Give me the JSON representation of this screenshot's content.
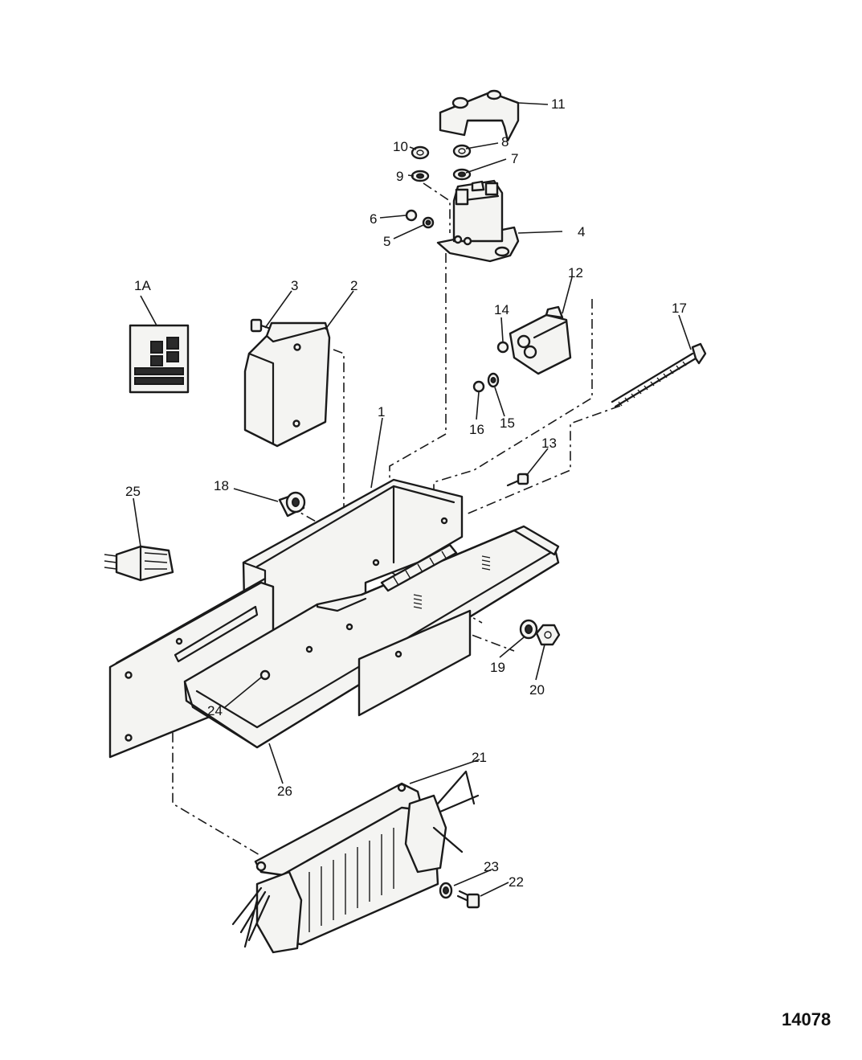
{
  "diagram": {
    "figure_code": "14078",
    "callouts": [
      "1",
      "1A",
      "2",
      "3",
      "4",
      "5",
      "6",
      "7",
      "8",
      "9",
      "10",
      "11",
      "12",
      "13",
      "14",
      "15",
      "16",
      "17",
      "18",
      "19",
      "20",
      "21",
      "22",
      "23",
      "24",
      "25",
      "26"
    ]
  }
}
